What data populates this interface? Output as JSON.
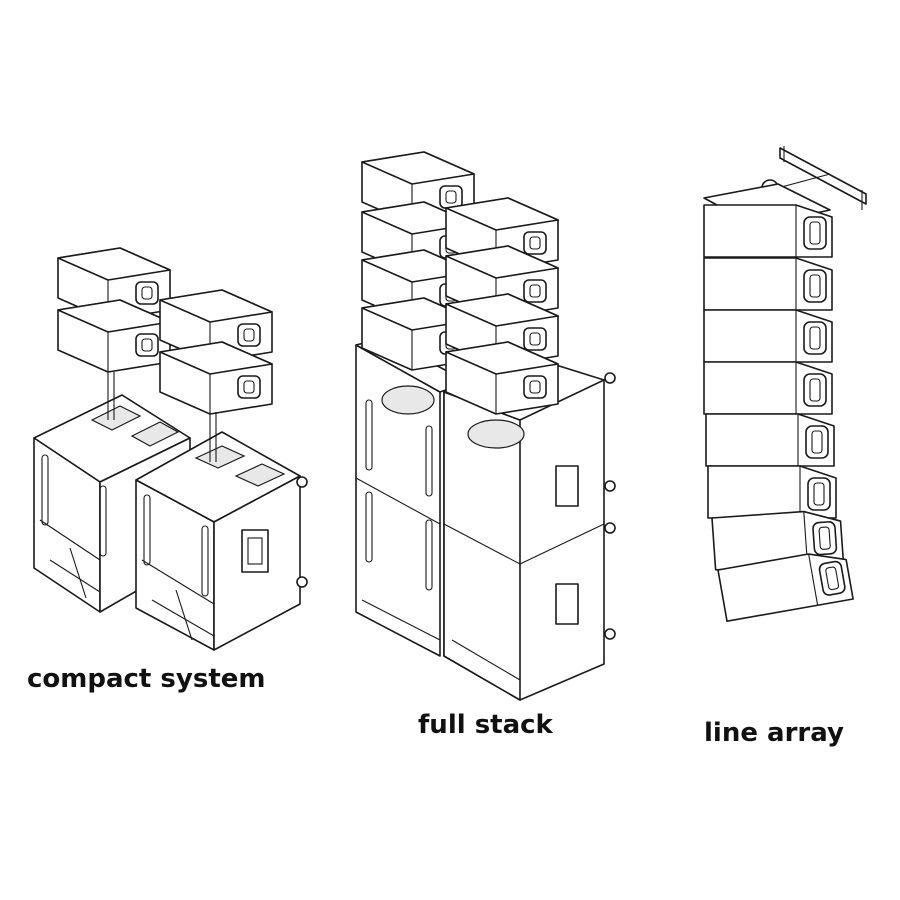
{
  "labels": {
    "compact": "compact system",
    "full": "full stack",
    "array": "line array"
  }
}
